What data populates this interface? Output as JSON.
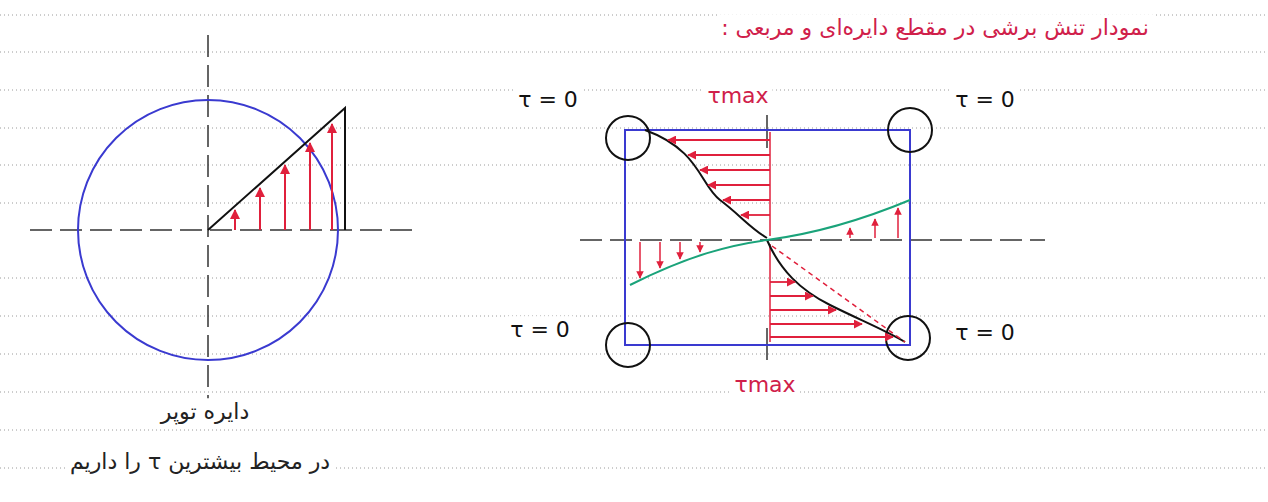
{
  "diagram": {
    "title": "نمودار تنش برشی در مقطع دایره‌ای و مربعی :",
    "labels": [
      "τ = 0",
      "τmax",
      "τ = 0",
      "τ = 0",
      "τ = 0",
      "τmax",
      "دایره توپر",
      "در محیط بیشترین τ را داریم"
    ]
  }
}
